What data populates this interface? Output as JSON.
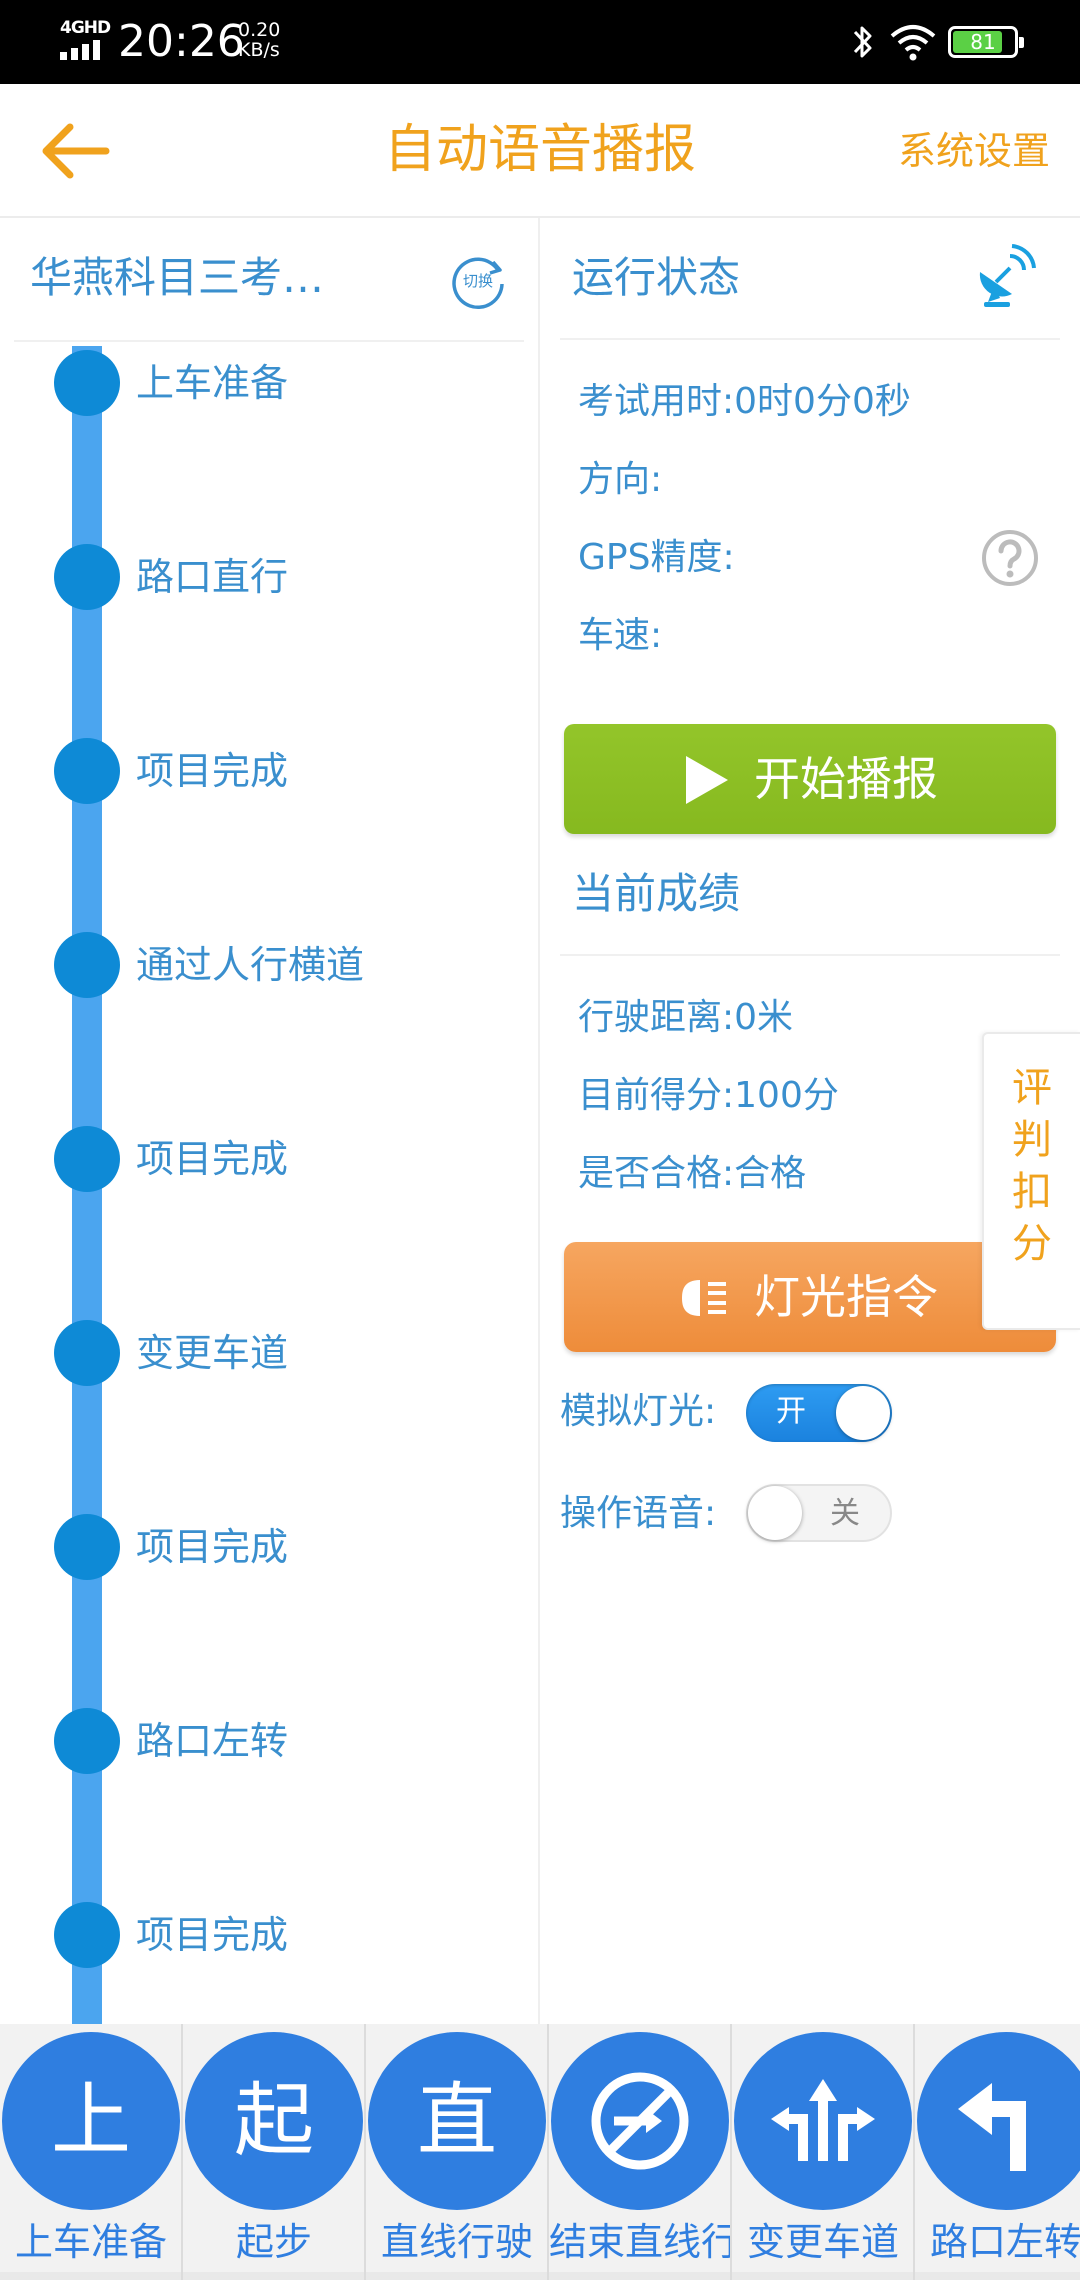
{
  "status_bar": {
    "network": "4GHD",
    "time": "20:26",
    "speed_value": "0.20",
    "speed_unit": "KB/s",
    "battery": "81",
    "battery_level": 0.81,
    "battery_color": "#5bd045"
  },
  "header": {
    "back_icon": "arrow-left-icon",
    "title": "自动语音播报",
    "settings_label": "系统设置",
    "accent_color": "#f0a21d"
  },
  "left": {
    "route_name": "华燕科目三考…",
    "switch_label": "切换",
    "steps": [
      "上车准备",
      "路口直行",
      "项目完成",
      "通过人行横道",
      "项目完成",
      "变更车道",
      "项目完成",
      "路口左转",
      "项目完成"
    ]
  },
  "right": {
    "status_title": "运行状态",
    "exam_time": "考试用时:0时0分0秒",
    "direction": "方向:",
    "gps_accuracy": "GPS精度:",
    "speed": "车速:",
    "start_label": "开始播报",
    "score_title": "当前成绩",
    "distance": "行驶距离:0米",
    "score": "目前得分:100分",
    "pass": "是否合格:合格",
    "light_label": "灯光指令",
    "sim_light_label": "模拟灯光:",
    "sim_light_state": "开",
    "op_voice_label": "操作语音:",
    "op_voice_state": "关",
    "text_color": "#3a8fce"
  },
  "side_tab": {
    "label": "评判扣分"
  },
  "bottom_bar": {
    "items": [
      {
        "char": "上",
        "label": "上车准备"
      },
      {
        "char": "起",
        "label": "起步"
      },
      {
        "char": "直",
        "label": "直线行驶"
      },
      {
        "icon": "end-straight-icon",
        "label": "结束直线行"
      },
      {
        "icon": "lane-change-icon",
        "label": "变更车道"
      },
      {
        "icon": "turn-left-icon",
        "label": "路口左转"
      }
    ],
    "accent_color": "#2f7ee0"
  }
}
